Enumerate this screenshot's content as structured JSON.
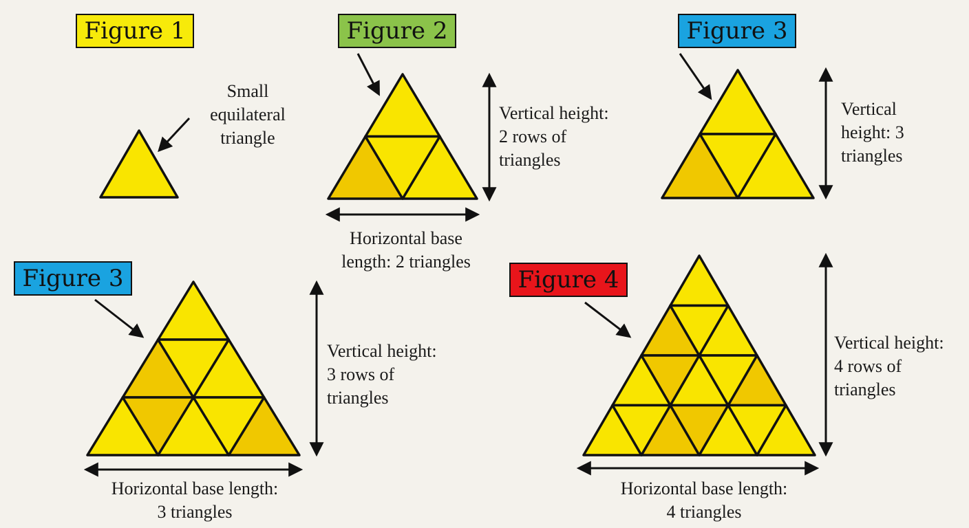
{
  "colors": {
    "background": "#f4f2ec",
    "triangle_light": "#f9e500",
    "triangle_dark": "#f0c800",
    "outline": "#111111",
    "figure1_label": "#f7ea0a",
    "figure2_label": "#8bc34a",
    "figure3_label": "#1aa3e0",
    "figure4_label": "#e8151b"
  },
  "labels": {
    "fig1": "Figure 1",
    "fig2": "Figure 2",
    "fig3_top": "Figure 3",
    "fig3_bottom": "Figure 3",
    "fig4": "Figure 4"
  },
  "notes": {
    "small_triangle": "Small\nequilateral\ntriangle",
    "fig2_height": "Vertical height:\n2 rows of\ntriangles",
    "fig2_base": "Horizontal base\nlength: 2 triangles",
    "fig3_top_height": "Vertical\nheight: 3\ntriangles",
    "fig3_height": "Vertical height:\n3 rows of\ntriangles",
    "fig3_base": "Horizontal base length:\n3 triangles",
    "fig4_height": "Vertical height:\n4 rows of\ntriangles",
    "fig4_base": "Horizontal base length:\n4 triangles"
  },
  "figures": [
    {
      "id": "fig1",
      "rows": 1
    },
    {
      "id": "fig2",
      "rows": 2
    },
    {
      "id": "fig3_top",
      "rows": 2
    },
    {
      "id": "fig3_bottom",
      "rows": 3
    },
    {
      "id": "fig4",
      "rows": 4
    }
  ]
}
